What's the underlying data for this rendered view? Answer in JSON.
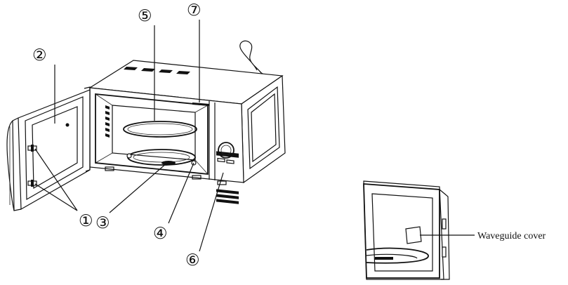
{
  "callouts": [
    {
      "id": 1,
      "label": "①"
    },
    {
      "id": 2,
      "label": "②"
    },
    {
      "id": 3,
      "label": "③"
    },
    {
      "id": 4,
      "label": "④"
    },
    {
      "id": 5,
      "label": "⑤"
    },
    {
      "id": 6,
      "label": "⑥"
    },
    {
      "id": 7,
      "label": "⑦"
    }
  ],
  "inset": {
    "caption": "Waveguide cover"
  }
}
